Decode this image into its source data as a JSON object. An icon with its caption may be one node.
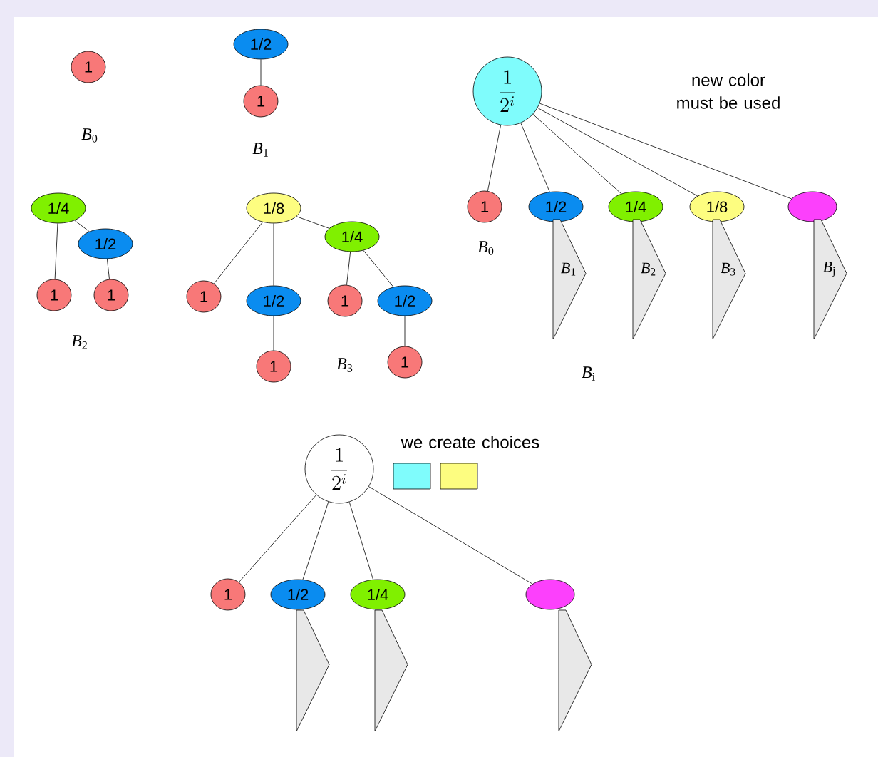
{
  "diagram": {
    "nodes": [
      {
        "text": [
          "1"
        ]
      },
      {
        "text": [
          "1/2"
        ]
      },
      {
        "text": [
          "1"
        ]
      },
      {
        "text": [
          "1/4"
        ]
      },
      {
        "text": [
          "1/2"
        ]
      },
      {
        "text": [
          "1"
        ]
      },
      {
        "text": [
          "1"
        ]
      },
      {
        "text": [
          "1/8"
        ]
      },
      {
        "text": [
          "1/4"
        ]
      },
      {
        "text": [
          "1"
        ]
      },
      {
        "text": [
          "1/2"
        ]
      },
      {
        "text": [
          "1"
        ]
      },
      {
        "text": [
          "1"
        ]
      },
      {
        "text": [
          "1/2"
        ]
      },
      {
        "text": [
          "1"
        ]
      },
      {
        "text": [
          "\\frac{1}{2^i}"
        ]
      },
      {
        "text": [
          "1"
        ]
      },
      {
        "text": [
          "1/2"
        ]
      },
      {
        "text": [
          "1/4"
        ]
      },
      {
        "text": [
          "1/8"
        ]
      },
      {
        "text": [],
        "shape": "ellipse"
      },
      {
        "text": [
          "*B*$_{1}$"
        ]
      },
      {
        "text": [
          "*B*$_{2}$"
        ]
      },
      {
        "text": [
          "*B*$_{3}$"
        ]
      },
      {
        "text": [
          "*B*$_{j}$"
        ]
      },
      {
        "text": [
          "\\frac{1}{2^i}"
        ]
      },
      {
        "text": [],
        "shape": "box"
      },
      {
        "text": [],
        "shape": "box"
      },
      {
        "text": [
          "1"
        ]
      },
      {
        "text": [
          "1/2"
        ]
      },
      {
        "text": [
          "1/4"
        ]
      },
      {
        "text": [],
        "shape": "ellipse"
      },
      {
        "text": [],
        "shape": "triangle"
      },
      {
        "text": [],
        "shape": "triangle"
      },
      {
        "text": [],
        "shape": "triangle"
      }
    ],
    "edges": [
      {
        "from": 1,
        "to": 2,
        "arrow": "none"
      },
      {
        "from": 3,
        "to": 4,
        "arrow": "none"
      },
      {
        "from": 3,
        "to": 5,
        "arrow": "none"
      },
      {
        "from": 4,
        "to": 6,
        "arrow": "none"
      },
      {
        "from": 7,
        "to": 8,
        "arrow": "none"
      },
      {
        "from": 7,
        "to": 9,
        "arrow": "none"
      },
      {
        "from": 7,
        "to": 10,
        "arrow": "none"
      },
      {
        "from": 10,
        "to": 11,
        "arrow": "none"
      },
      {
        "from": 8,
        "to": 12,
        "arrow": "none"
      },
      {
        "from": 8,
        "to": 13,
        "arrow": "none"
      },
      {
        "from": 13,
        "to": 14,
        "arrow": "none"
      },
      {
        "from": 15,
        "to": 16,
        "arrow": "none"
      },
      {
        "from": 15,
        "to": 17,
        "arrow": "none"
      },
      {
        "from": 15,
        "to": 18,
        "arrow": "none"
      },
      {
        "from": 15,
        "to": 19,
        "arrow": "none"
      },
      {
        "from": 15,
        "to": 20,
        "arrow": "none"
      },
      {
        "from": 25,
        "to": 28,
        "arrow": "none"
      },
      {
        "from": 25,
        "to": 29,
        "arrow": "none"
      },
      {
        "from": 25,
        "to": 30,
        "arrow": "none"
      },
      {
        "from": 25,
        "to": 31,
        "arrow": "none"
      }
    ],
    "labels": [
      "*B*$_{0}$",
      "*B*$_{1}$",
      "*B*$_{2}$",
      "*B*$_{3}$",
      "new color must be used",
      "*B*$_{0}$",
      "*B*$_{i}$",
      "we create choices"
    ]
  }
}
